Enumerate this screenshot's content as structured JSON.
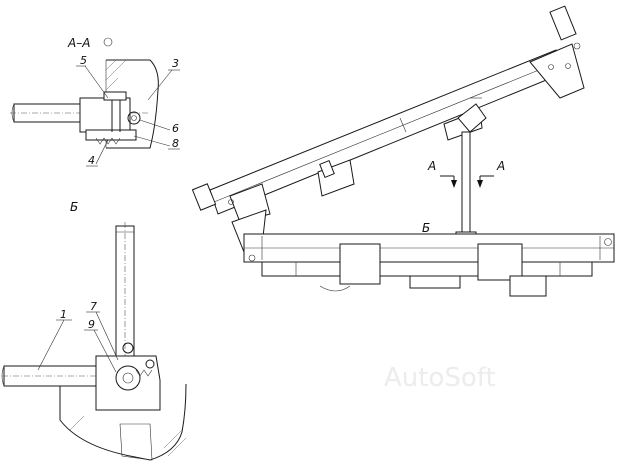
{
  "labels": {
    "section_title": "А–А",
    "view_b_title": "Б",
    "section_mark_a_left": "А",
    "section_mark_a_right": "А",
    "view_b_mark": "Б",
    "callout_1": "1",
    "callout_3": "3",
    "callout_4": "4",
    "callout_5": "5",
    "callout_6": "6",
    "callout_7": "7",
    "callout_8": "8",
    "callout_9": "9"
  },
  "watermark": "AutoSoft"
}
